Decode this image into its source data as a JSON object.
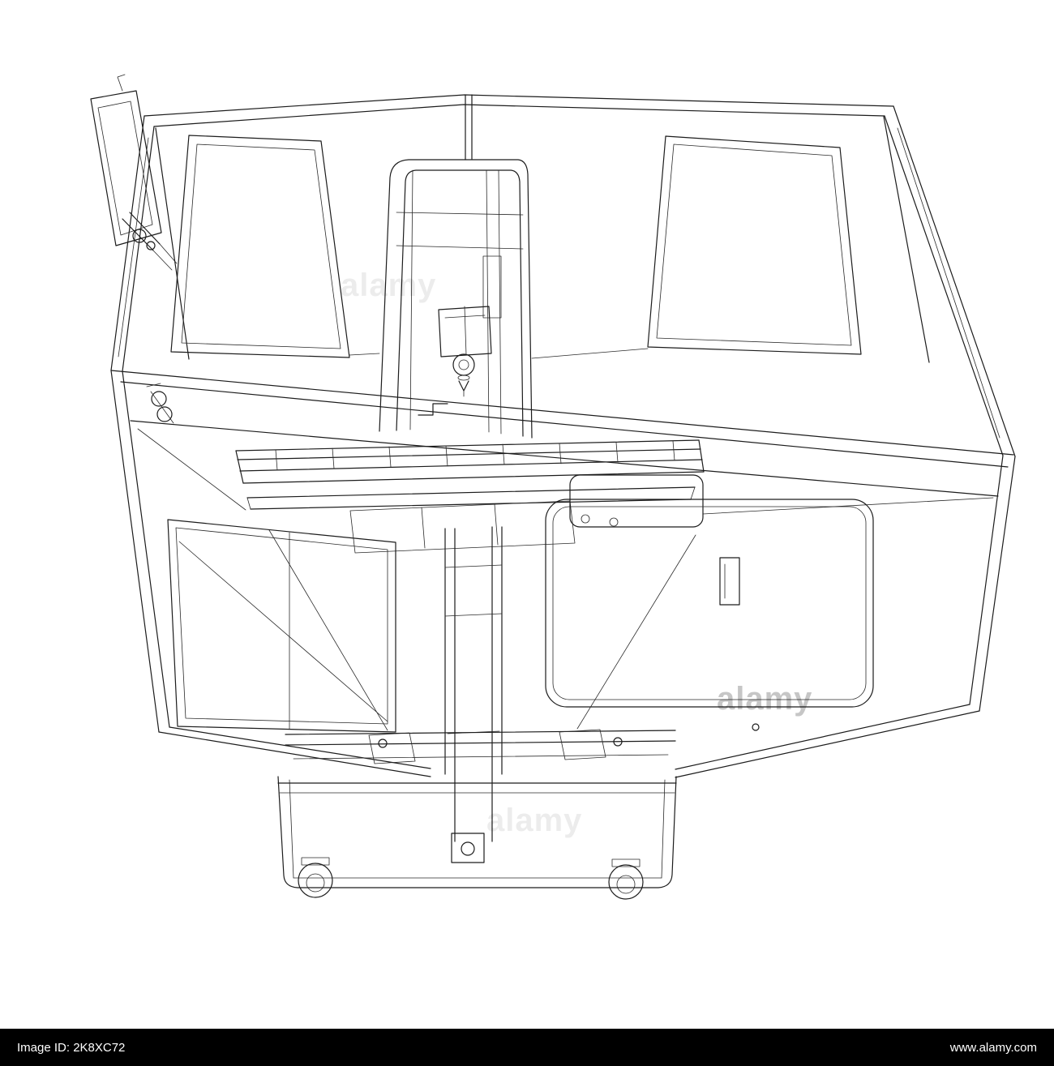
{
  "page": {
    "background": "#ffffff",
    "subject": "3D wireframe blueprint drawing of a CNC milling machine, top front view, black outlines on white"
  },
  "watermark": {
    "text": "alamy",
    "color": "#c4c4c4"
  },
  "footer": {
    "image_id": "Image ID: 2K8XC72",
    "website": "www.alamy.com",
    "background_color": "#000000",
    "text_color": "#ffffff"
  },
  "drawing": {
    "stroke_color": "#1c1c1c",
    "parts": [
      "control-panel-monitor",
      "enclosure",
      "top-left-window",
      "top-right-window",
      "spindle-column",
      "spindle-head",
      "work-table",
      "table-extension",
      "lower-left-window",
      "lower-right-door",
      "door-handle",
      "z-axis-base-column",
      "base-stand",
      "left-caster",
      "right-caster",
      "door-hinge-detail"
    ]
  }
}
